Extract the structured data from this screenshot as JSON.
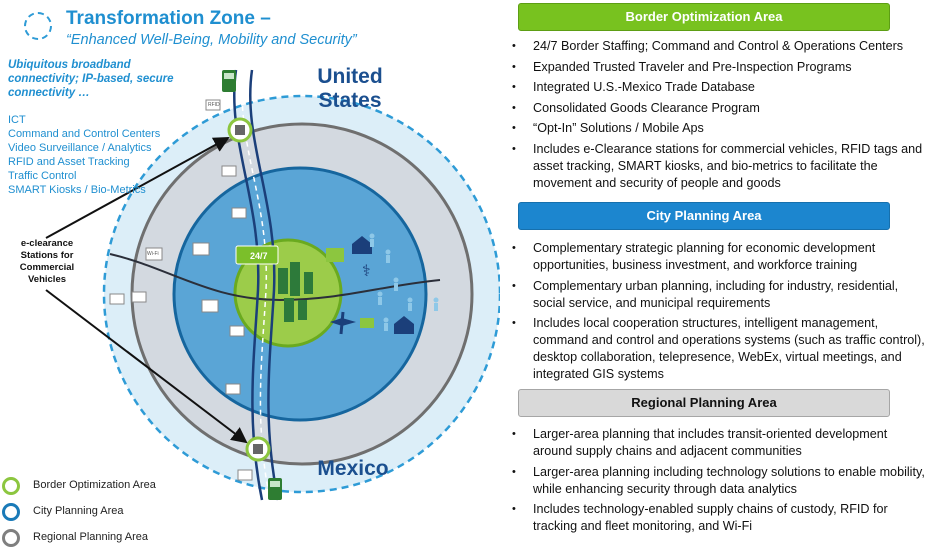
{
  "diagram": {
    "title": "Transformation Zone –",
    "subtitle": "“Enhanced Well-Being, Mobility and Security”",
    "connectivity_text": "Ubiquitous broadband connectivity; IP-based, secure connectivity …",
    "capabilities": [
      "ICT",
      "Command and Control Centers",
      "Video Surveillance / Analytics",
      "RFID and Asset Tracking",
      "Traffic Control",
      "SMART Kiosks / Bio-Metrics"
    ],
    "eclearance_label": "e-clearance Stations for Commercial Vehicles",
    "country_top": "United States",
    "country_bottom": "Mexico",
    "badge_247": "24/7",
    "rfid_tag": "RFID",
    "wifi_tag": "Wi-Fi",
    "legend": [
      {
        "label": "Border Optimization Area",
        "color": "#8cc63f"
      },
      {
        "label": "City Planning Area",
        "color": "#1a7ab8"
      },
      {
        "label": "Regional Planning Area",
        "color": "#7f7f7f"
      }
    ]
  },
  "sections": [
    {
      "title": "Border Optimization Area",
      "items": [
        "24/7 Border Staffing; Command and Control & Operations Centers",
        "Expanded Trusted Traveler and Pre-Inspection Programs",
        "Integrated U.S.-Mexico Trade Database",
        "Consolidated Goods Clearance Program",
        "“Opt-In” Solutions / Mobile Aps",
        "Includes e-Clearance stations for commercial vehicles, RFID tags and asset tracking, SMART kiosks, and bio-metrics to facilitate the movement and security of people and goods"
      ]
    },
    {
      "title": "City Planning Area",
      "items": [
        "Complementary strategic planning for economic development opportunities, business investment, and workforce training",
        "Complementary urban planning, including for industry, residential, social service, and municipal requirements",
        "Includes local cooperation structures, intelligent management, command and control and operations systems (such as traffic control), desktop collaboration, telepresence, WebEx, virtual meetings, and integrated GIS systems"
      ]
    },
    {
      "title": "Regional Planning Area",
      "items": [
        "Larger-area planning that includes transit-oriented development around supply chains and adjacent communities",
        "Larger-area planning including technology solutions to enable mobility, while enhancing security through data analytics",
        "Includes technology-enabled supply chains of custody, RFID for tracking and fleet monitoring, and Wi-Fi"
      ]
    }
  ]
}
